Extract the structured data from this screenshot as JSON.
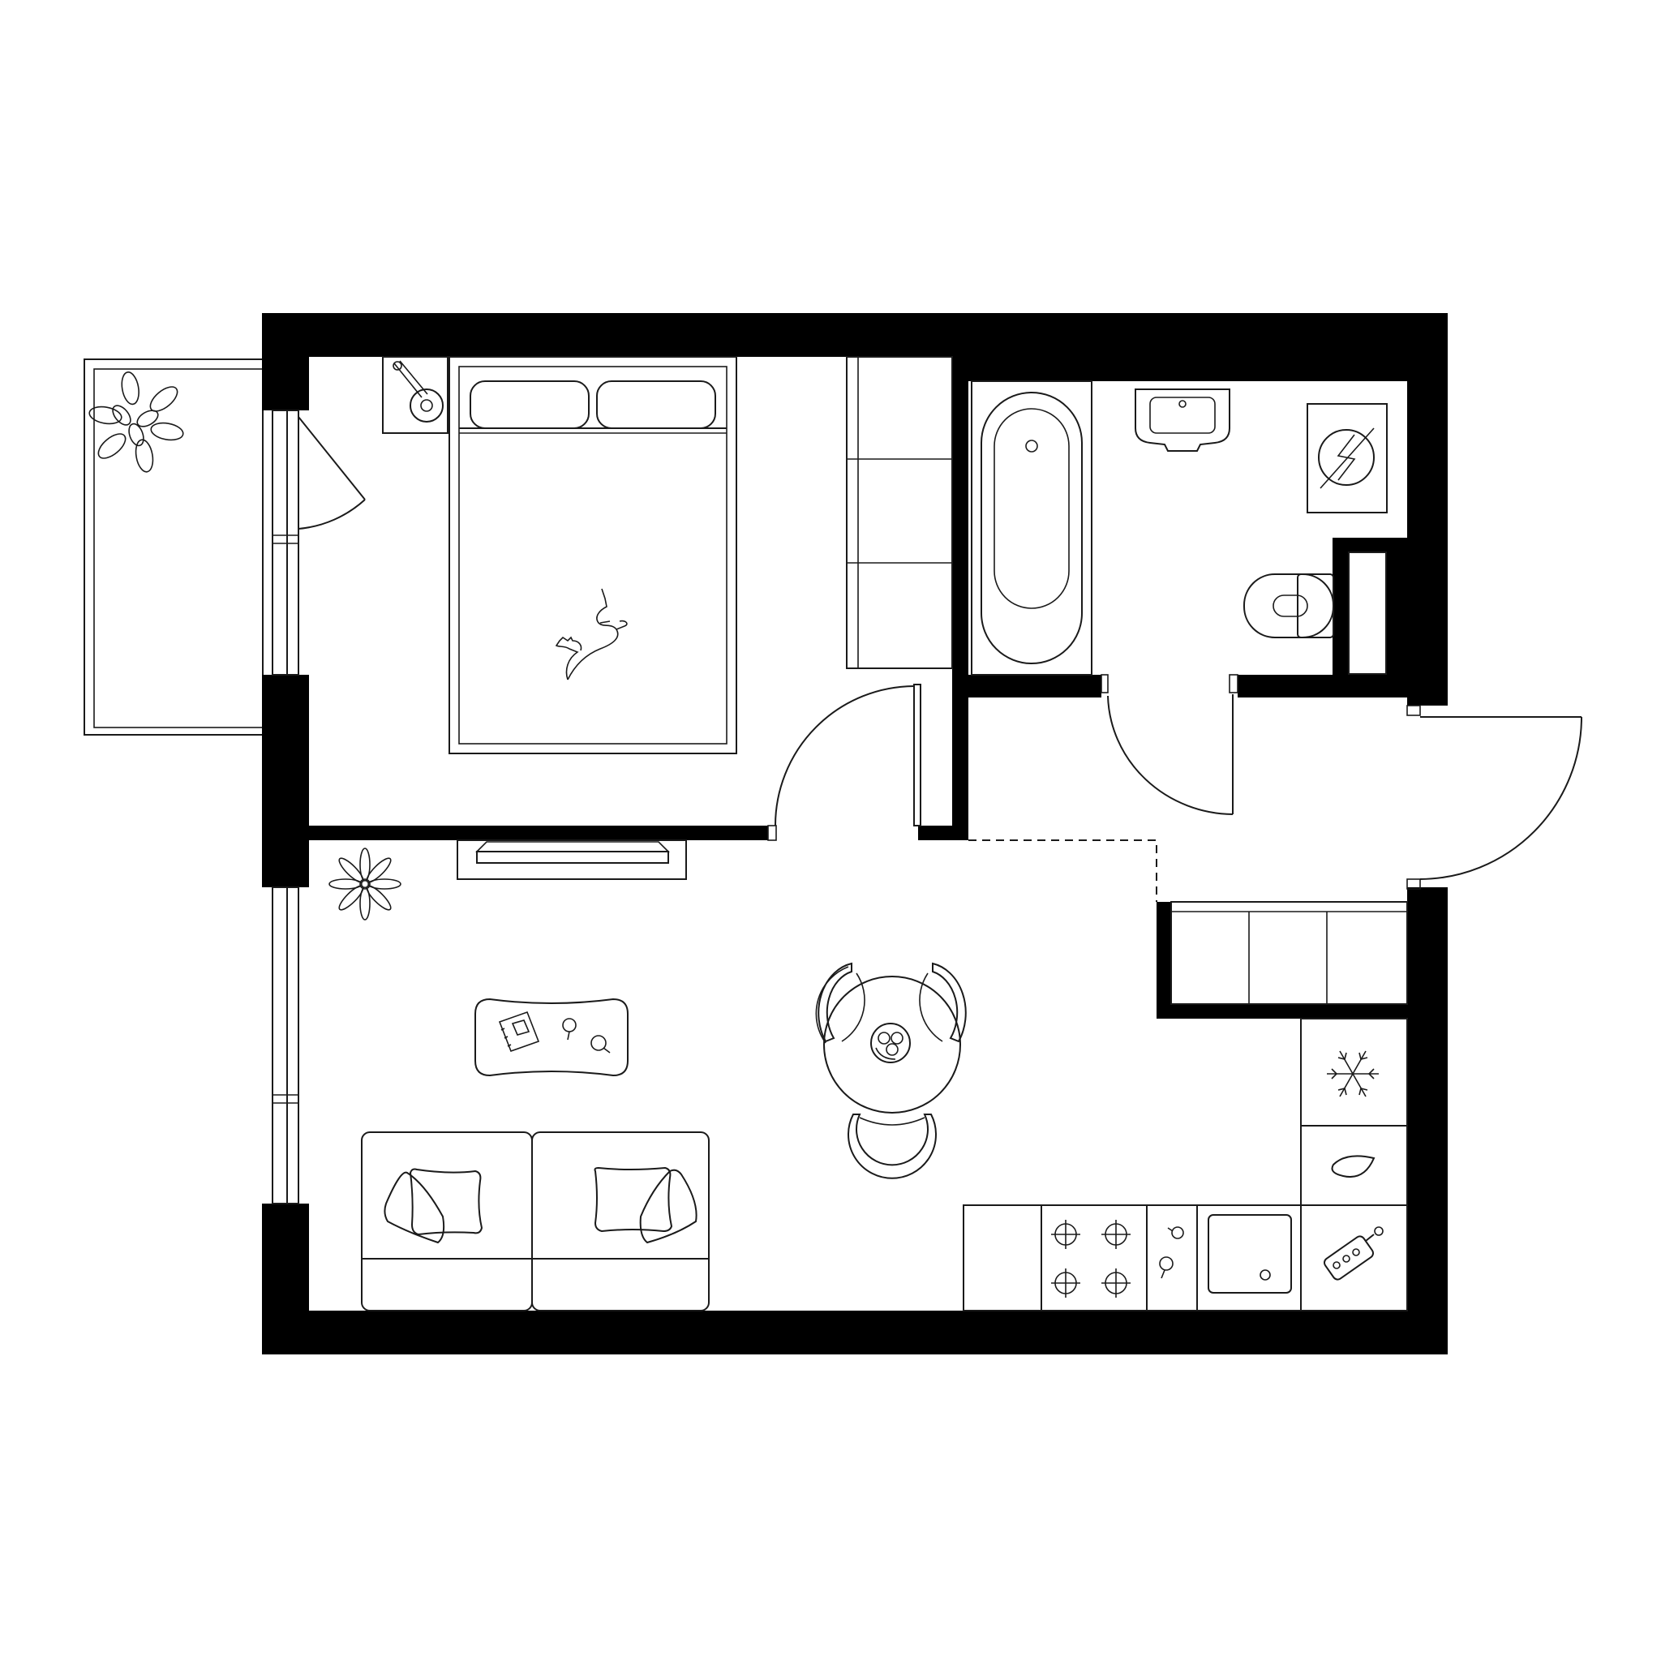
{
  "colors": {
    "wall": "#000000",
    "line": "#1a1a1a",
    "background": "#ffffff"
  },
  "rooms": [
    "balcony",
    "bedroom",
    "bathroom",
    "hallway",
    "living-room",
    "kitchen"
  ],
  "icons": [
    "plant-icon",
    "cat-icon",
    "lamp-icon",
    "boiler-icon",
    "snowflake-icon",
    "water-drop-icon",
    "cutting-board-icon",
    "fruit-bowl-icon",
    "notebook-icon",
    "cup-icon"
  ]
}
